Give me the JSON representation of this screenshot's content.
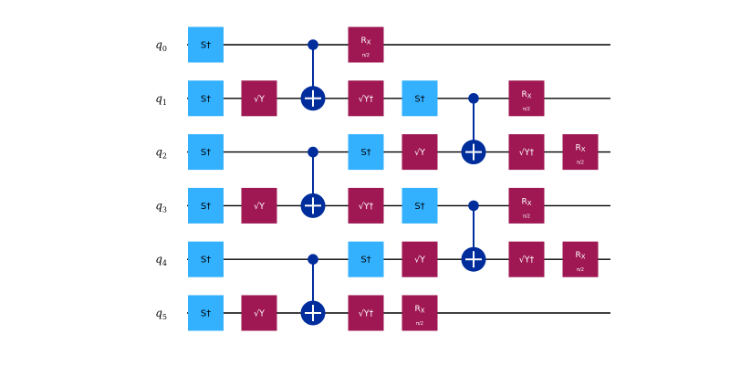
{
  "colors": {
    "background": "#ffffff",
    "wire": "#000000",
    "sdg_gate": "#33b1ff",
    "sdg_text": "#000000",
    "pulse_gate": "#9f1853",
    "pulse_text": "#ffffff",
    "cnot": "#002d9c"
  },
  "qubits": [
    {
      "name": "q",
      "index": "0"
    },
    {
      "name": "q",
      "index": "1"
    },
    {
      "name": "q",
      "index": "2"
    },
    {
      "name": "q",
      "index": "3"
    },
    {
      "name": "q",
      "index": "4"
    },
    {
      "name": "q",
      "index": "5"
    }
  ],
  "gate_labels": {
    "sdg": "S†",
    "sqrty": "√Y",
    "sqrtydg": "√Y†",
    "rx": "R",
    "rx_sub": "X",
    "rx_param": "π/2"
  },
  "gates": [
    {
      "type": "sdg",
      "qubit": 0,
      "col": 0
    },
    {
      "type": "sdg",
      "qubit": 1,
      "col": 0
    },
    {
      "type": "sdg",
      "qubit": 2,
      "col": 0
    },
    {
      "type": "sdg",
      "qubit": 3,
      "col": 0
    },
    {
      "type": "sdg",
      "qubit": 4,
      "col": 0
    },
    {
      "type": "sdg",
      "qubit": 5,
      "col": 0
    },
    {
      "type": "sqrty",
      "qubit": 1,
      "col": 1
    },
    {
      "type": "sqrty",
      "qubit": 3,
      "col": 1
    },
    {
      "type": "sqrty",
      "qubit": 5,
      "col": 1
    },
    {
      "type": "cx",
      "control": 0,
      "target": 1,
      "col": 2
    },
    {
      "type": "cx",
      "control": 2,
      "target": 3,
      "col": 2
    },
    {
      "type": "cx",
      "control": 4,
      "target": 5,
      "col": 2
    },
    {
      "type": "rx",
      "qubit": 0,
      "col": 3
    },
    {
      "type": "sqrtydg",
      "qubit": 1,
      "col": 3
    },
    {
      "type": "sdg",
      "qubit": 2,
      "col": 3
    },
    {
      "type": "sqrtydg",
      "qubit": 3,
      "col": 3
    },
    {
      "type": "sdg",
      "qubit": 4,
      "col": 3
    },
    {
      "type": "sqrtydg",
      "qubit": 5,
      "col": 3
    },
    {
      "type": "sdg",
      "qubit": 1,
      "col": 4
    },
    {
      "type": "sqrty",
      "qubit": 2,
      "col": 4
    },
    {
      "type": "sdg",
      "qubit": 3,
      "col": 4
    },
    {
      "type": "sqrty",
      "qubit": 4,
      "col": 4
    },
    {
      "type": "rx",
      "qubit": 5,
      "col": 4
    },
    {
      "type": "cx",
      "control": 1,
      "target": 2,
      "col": 5
    },
    {
      "type": "cx",
      "control": 3,
      "target": 4,
      "col": 5
    },
    {
      "type": "rx",
      "qubit": 1,
      "col": 6
    },
    {
      "type": "sqrtydg",
      "qubit": 2,
      "col": 6
    },
    {
      "type": "rx",
      "qubit": 3,
      "col": 6
    },
    {
      "type": "sqrtydg",
      "qubit": 4,
      "col": 6
    },
    {
      "type": "rx",
      "qubit": 2,
      "col": 7
    },
    {
      "type": "rx",
      "qubit": 4,
      "col": 7
    }
  ]
}
